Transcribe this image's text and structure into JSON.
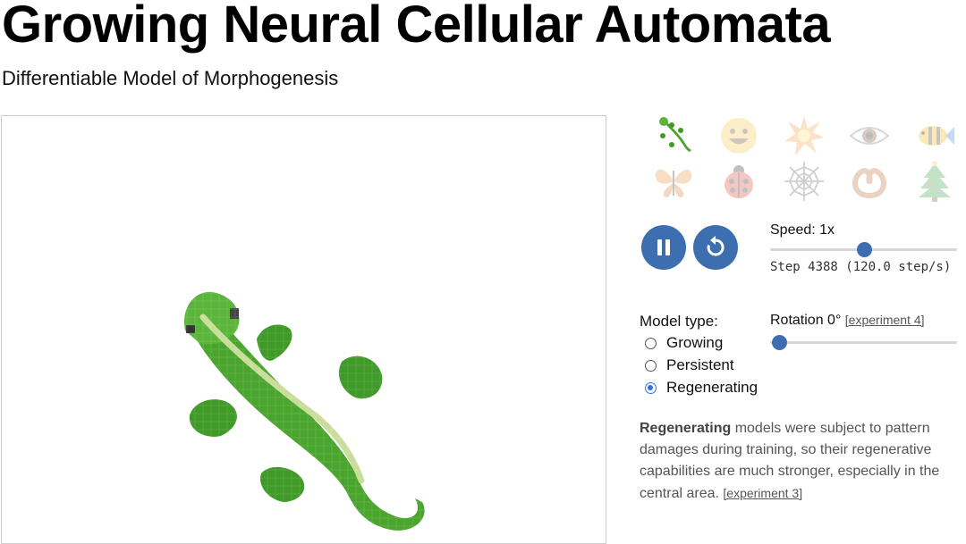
{
  "header": {
    "title": "Growing Neural Cellular Automata",
    "subtitle": "Differentiable Model of Morphogenesis"
  },
  "canvas": {
    "pattern": "lizard-emoji"
  },
  "emoji_picker": {
    "selected": "lizard",
    "items": [
      {
        "name": "lizard",
        "icon": "lizard-icon"
      },
      {
        "name": "smiley",
        "icon": "smiley-icon"
      },
      {
        "name": "explosion",
        "icon": "explosion-icon"
      },
      {
        "name": "eye",
        "icon": "eye-icon"
      },
      {
        "name": "fish",
        "icon": "fish-icon"
      },
      {
        "name": "butterfly",
        "icon": "butterfly-icon"
      },
      {
        "name": "ladybug",
        "icon": "ladybug-icon"
      },
      {
        "name": "spider-web",
        "icon": "spider-web-icon"
      },
      {
        "name": "pretzel",
        "icon": "pretzel-icon"
      },
      {
        "name": "christmas-tree",
        "icon": "christmas-tree-icon"
      }
    ]
  },
  "controls": {
    "pause_icon": "pause-icon",
    "reset_icon": "reset-icon",
    "speed_label": "Speed: 1x",
    "speed_fraction": 0.5,
    "step_text": "Step 4388 (120.0 step/s)",
    "rotation_label": "Rotation 0°",
    "rotation_link": "[experiment 4]",
    "rotation_fraction": 0.0
  },
  "model_type": {
    "label": "Model type:",
    "options": [
      "Growing",
      "Persistent",
      "Regenerating"
    ],
    "selected": "Regenerating"
  },
  "description": {
    "bold": "Regenerating",
    "text": " models were subject to pattern damages during training, so their regenerative capabilities are much stronger, especially in the central area. ",
    "link": "[experiment 3]"
  },
  "colors": {
    "accent": "#3d6fb0",
    "radio_checked": "#2f6fe0",
    "lizard_green": "#4aa52e"
  }
}
